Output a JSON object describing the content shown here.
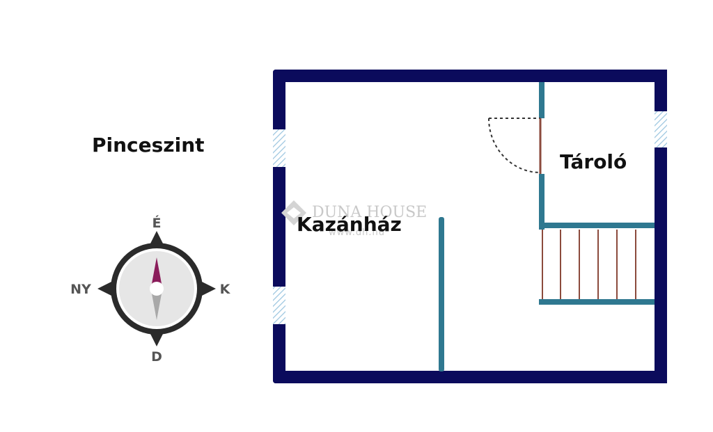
{
  "floor_label": "Pinceszint",
  "rooms": {
    "boiler_room": "Kazánház",
    "storage": "Tároló"
  },
  "compass": {
    "north": "É",
    "east": "K",
    "south": "D",
    "west": "NY"
  },
  "watermark": {
    "brand": "DUNA HOUSE",
    "url": "www.dh.hu"
  },
  "colors": {
    "outer_wall": "#0b0b5c",
    "inner_wall": "#2f7890",
    "stairs": "#8b4a3c",
    "window_hatch": "#9cc6e0",
    "compass_ring": "#2b2b2b",
    "compass_face": "#e6e6e6",
    "needle_north": "#8a1c5a",
    "needle_south": "#a8a8a8"
  }
}
